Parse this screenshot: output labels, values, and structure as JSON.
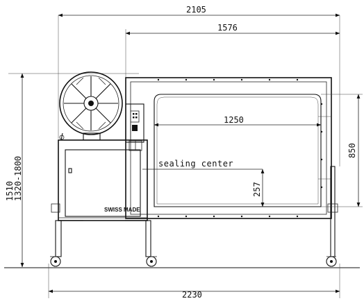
{
  "dimensions": {
    "overall_width": "2105",
    "table_width": "1576",
    "tunnel_width": "1250",
    "tunnel_height": "850",
    "total_height": "1510",
    "height_range": "1320-1800",
    "sealing_height": "257",
    "base_width": "2230"
  },
  "labels": {
    "sealing_center": "sealing center",
    "brand_plate": "SWISS MADE"
  }
}
